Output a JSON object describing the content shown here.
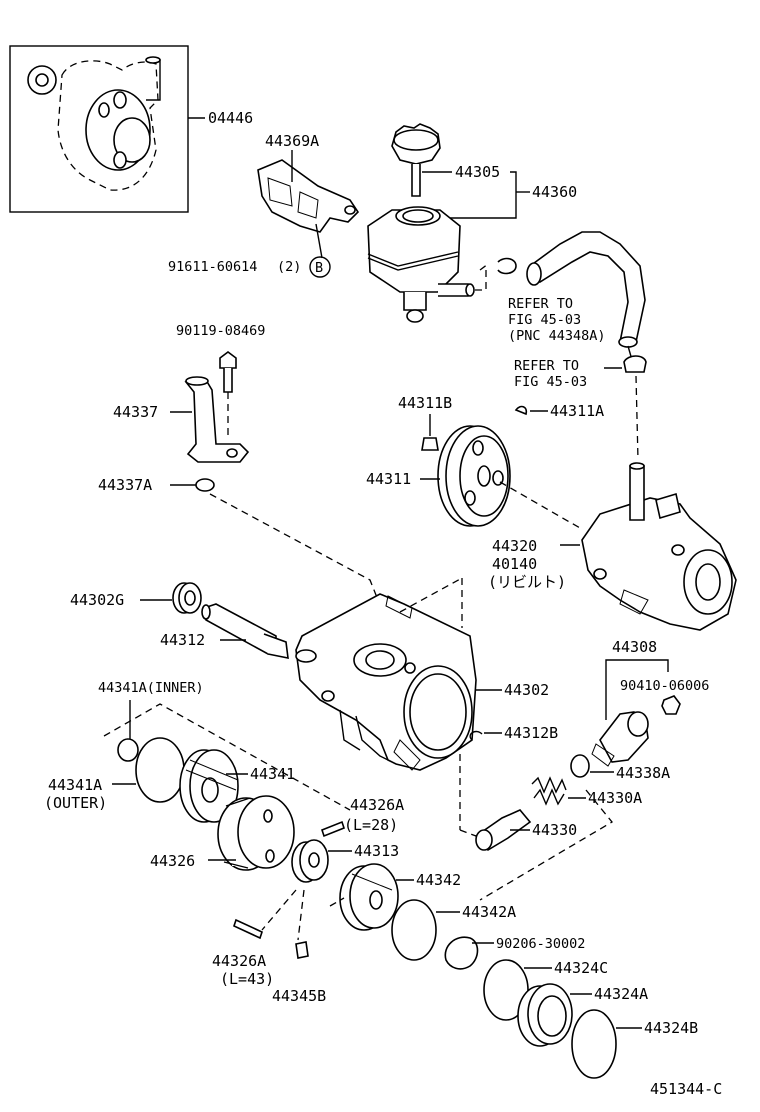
{
  "callouts": {
    "kit": "04446",
    "bracket": "44369A",
    "bolt_b": "91611-60614",
    "bolt_b_qty": "(2)",
    "bolt_b_mark": "B",
    "cap": "44305",
    "reservoir": "44360",
    "refer1_l1": "REFER TO",
    "refer1_l2": "FIG 45-03",
    "refer1_l3": "(PNC 44348A)",
    "refer2_l1": "REFER TO",
    "refer2_l2": "FIG 45-03",
    "bolt_top": "90119-08469",
    "union": "44337",
    "oring_union": "44337A",
    "nut": "44311B",
    "key": "44311A",
    "pulley": "44311",
    "pump_assy": "44320",
    "pump_assy_alt": "40140",
    "pump_assy_note": "(リビルト)",
    "bearing": "44302G",
    "shaft": "44312",
    "housing": "44302",
    "valve_group": "44308",
    "plug_bolt": "90410-06006",
    "ring_inner": "44341A(INNER)",
    "ring_outer_num": "44341A",
    "ring_outer_note": "(OUTER)",
    "side_plate": "44341",
    "snap": "44312B",
    "oring_valve": "44338A",
    "spring": "44330A",
    "pin_small": "44326A",
    "pin_small_len": "(L=28)",
    "valve": "44330",
    "cam_ring": "44326",
    "rotor": "44313",
    "plate2": "44342",
    "oring2": "44342A",
    "snapring": "90206-30002",
    "oring3": "44324C",
    "cover": "44324A",
    "ring_last": "44324B",
    "pin_long": "44326A",
    "pin_long_len": "(L=43)",
    "vane": "44345B",
    "diagram_code": "451344-C"
  }
}
